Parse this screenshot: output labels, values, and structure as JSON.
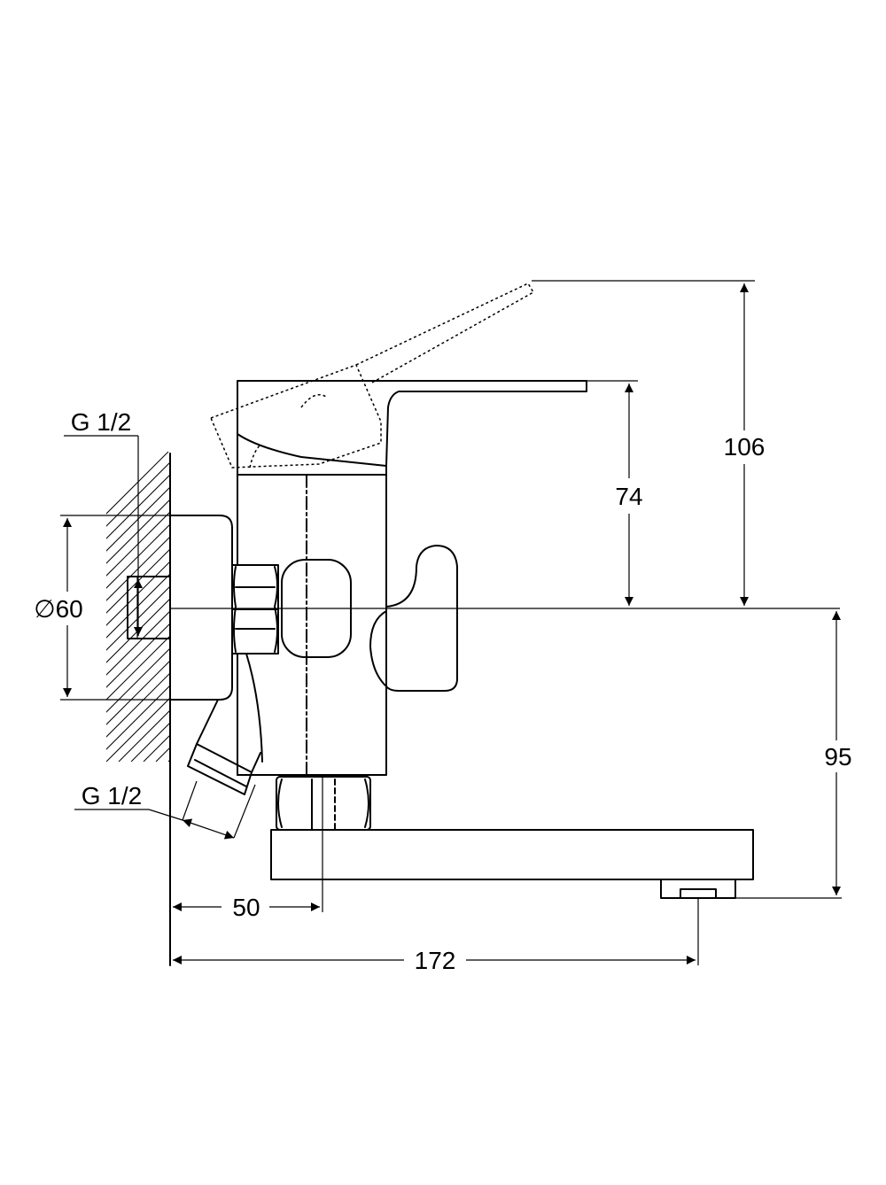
{
  "labels": {
    "inlet_thread": "G 1/2",
    "outlet_thread": "G 1/2",
    "diameter": "∅60",
    "handle_height": "74",
    "handle_raised_height": "106",
    "spout_height": "95",
    "wall_to_axis": "50",
    "wall_to_spout": "172"
  }
}
